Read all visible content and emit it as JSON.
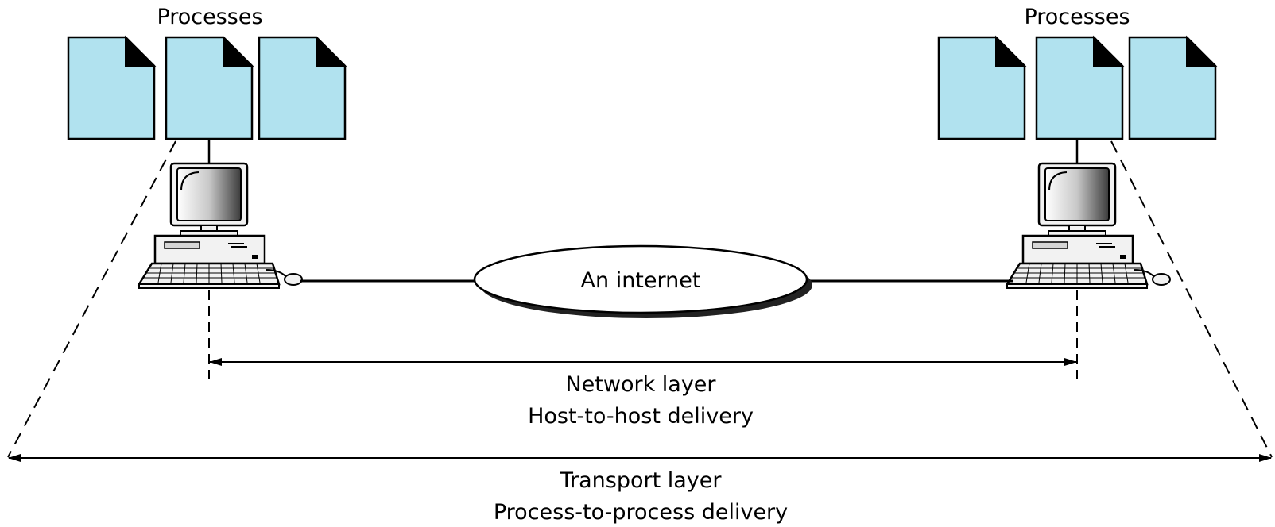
{
  "left_host": {
    "processes_label": "Processes",
    "process_count": 3
  },
  "right_host": {
    "processes_label": "Processes",
    "process_count": 3
  },
  "internet_label": "An internet",
  "network_layer": {
    "title": "Network layer",
    "subtitle": "Host-to-host delivery"
  },
  "transport_layer": {
    "title": "Transport layer",
    "subtitle": "Process-to-process delivery"
  },
  "colors": {
    "process_fill": "#b1e2ef",
    "stroke": "#000000",
    "background": "#ffffff"
  },
  "icons": {
    "process": "document-icon",
    "host": "desktop-computer-icon",
    "network": "cloud-ellipse-icon"
  }
}
